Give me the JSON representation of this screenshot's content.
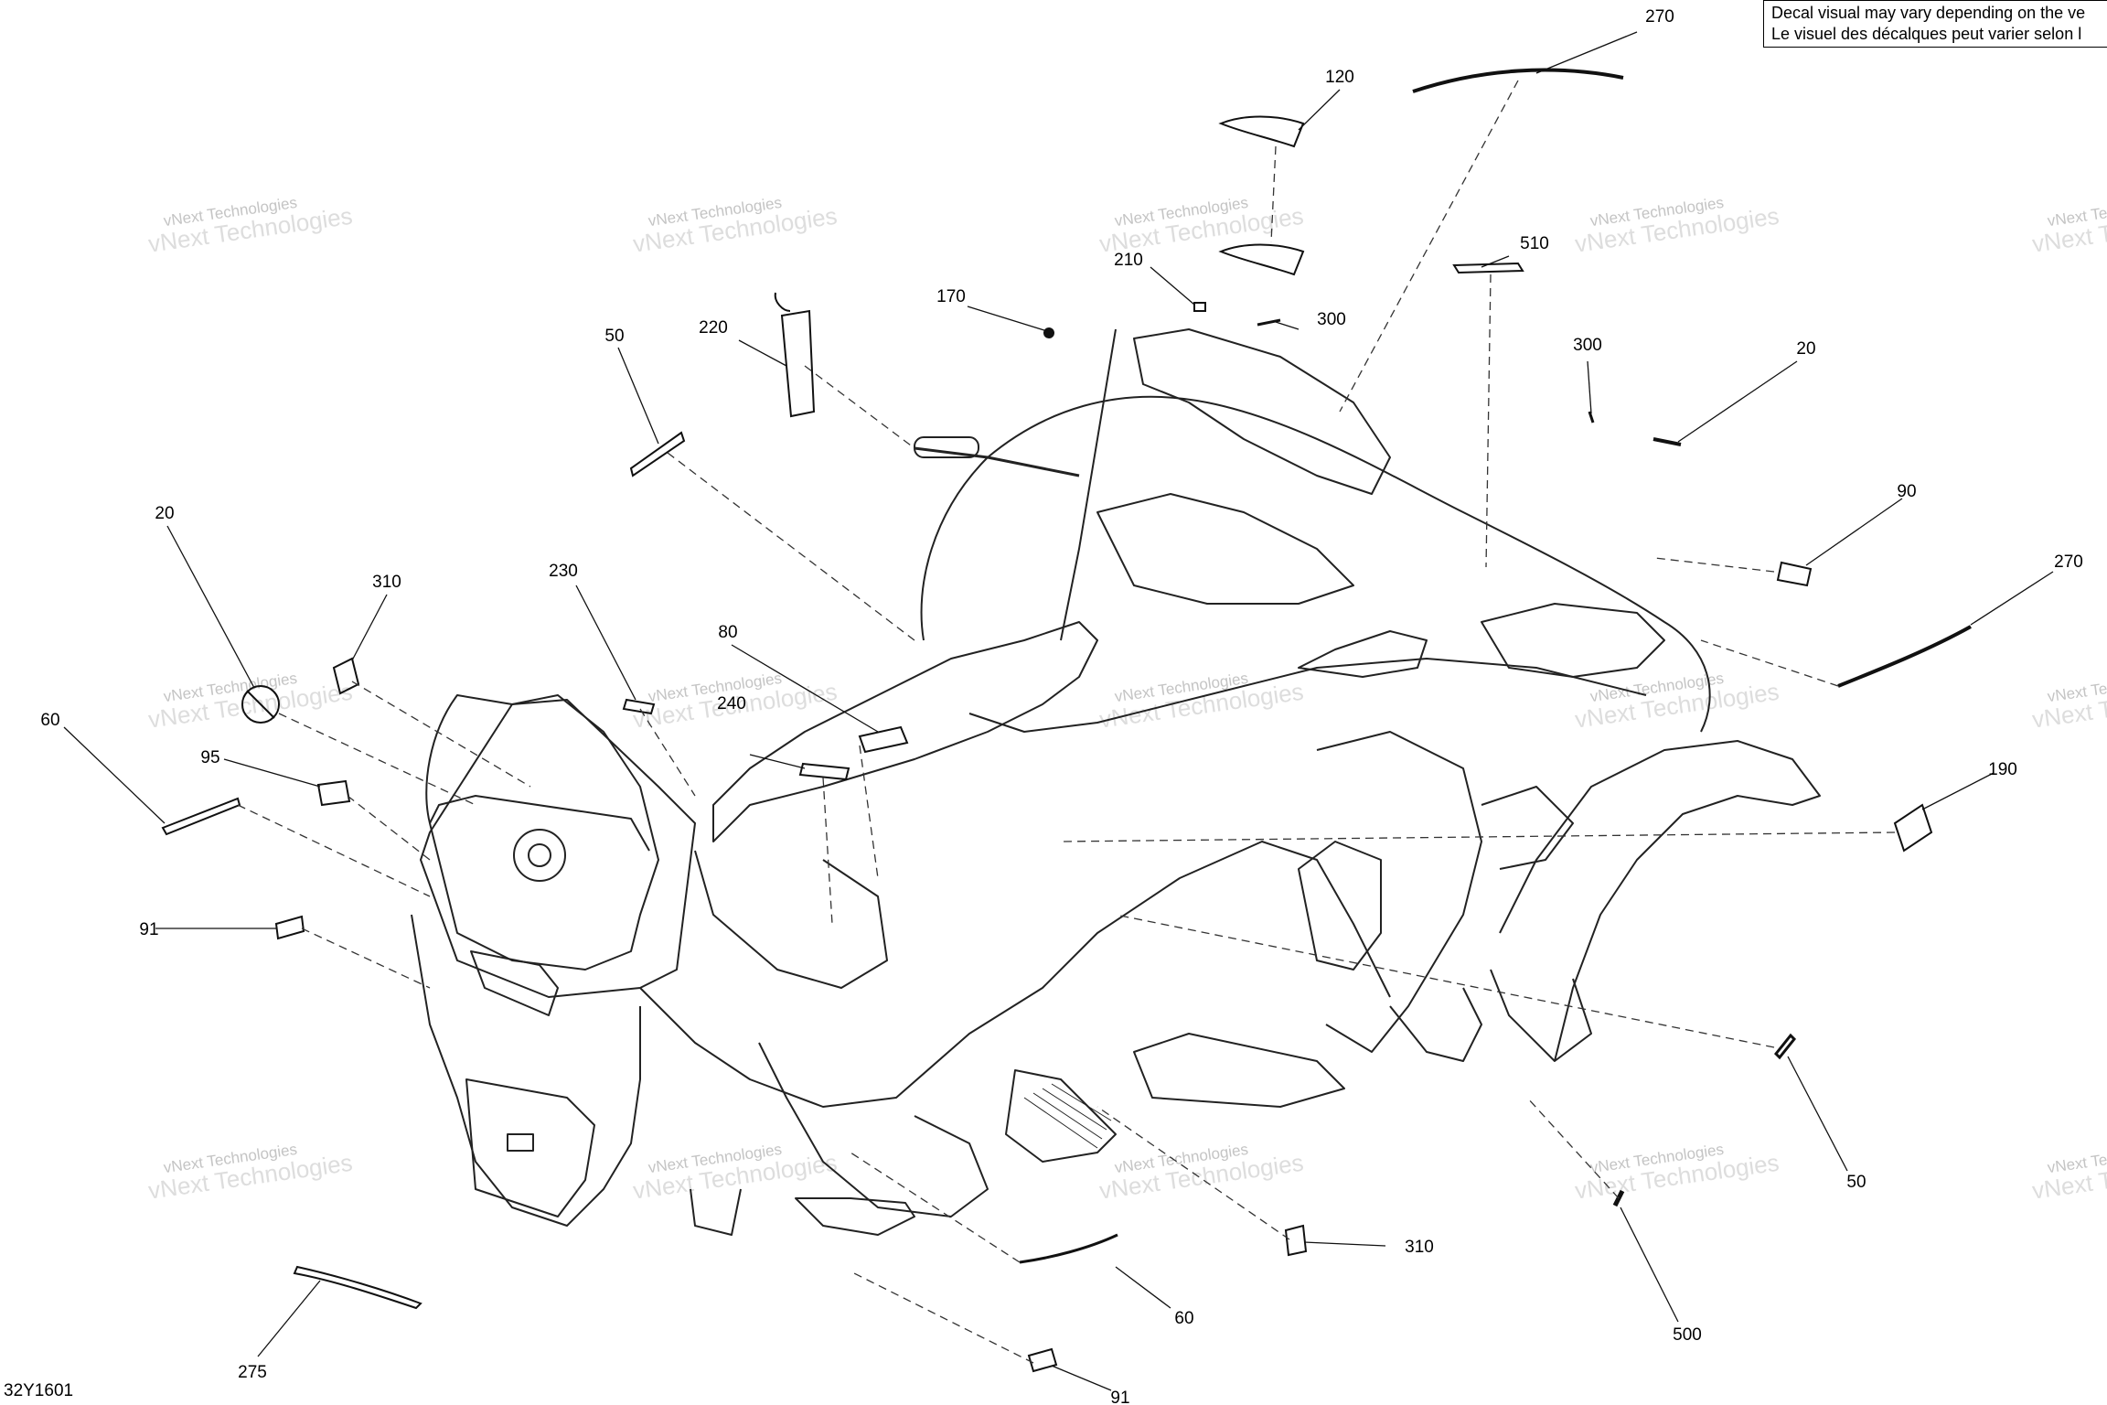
{
  "note": {
    "line1": "Decal visual may vary depending on the ve",
    "line2": "Le visuel des décalques peut varier selon l"
  },
  "diagram_code": "32Y1601",
  "watermark": {
    "line1": "vNext Technologies",
    "line2": "vNext Technologies"
  },
  "callouts": [
    {
      "id": "callout-270-top",
      "label": "270"
    },
    {
      "id": "callout-120",
      "label": "120"
    },
    {
      "id": "callout-210",
      "label": "210"
    },
    {
      "id": "callout-170",
      "label": "170"
    },
    {
      "id": "callout-300-center",
      "label": "300"
    },
    {
      "id": "callout-510",
      "label": "510"
    },
    {
      "id": "callout-300-right",
      "label": "300"
    },
    {
      "id": "callout-20-right",
      "label": "20"
    },
    {
      "id": "callout-220",
      "label": "220"
    },
    {
      "id": "callout-50-top",
      "label": "50"
    },
    {
      "id": "callout-90",
      "label": "90"
    },
    {
      "id": "callout-270-right",
      "label": "270"
    },
    {
      "id": "callout-20-left",
      "label": "20"
    },
    {
      "id": "callout-310-left",
      "label": "310"
    },
    {
      "id": "callout-230",
      "label": "230"
    },
    {
      "id": "callout-80",
      "label": "80"
    },
    {
      "id": "callout-240",
      "label": "240"
    },
    {
      "id": "callout-60-left",
      "label": "60"
    },
    {
      "id": "callout-95",
      "label": "95"
    },
    {
      "id": "callout-190",
      "label": "190"
    },
    {
      "id": "callout-91-left",
      "label": "91"
    },
    {
      "id": "callout-50-right",
      "label": "50"
    },
    {
      "id": "callout-310-bottom",
      "label": "310"
    },
    {
      "id": "callout-60-bottom",
      "label": "60"
    },
    {
      "id": "callout-500",
      "label": "500"
    },
    {
      "id": "callout-275",
      "label": "275"
    },
    {
      "id": "callout-91-bottom",
      "label": "91"
    }
  ]
}
